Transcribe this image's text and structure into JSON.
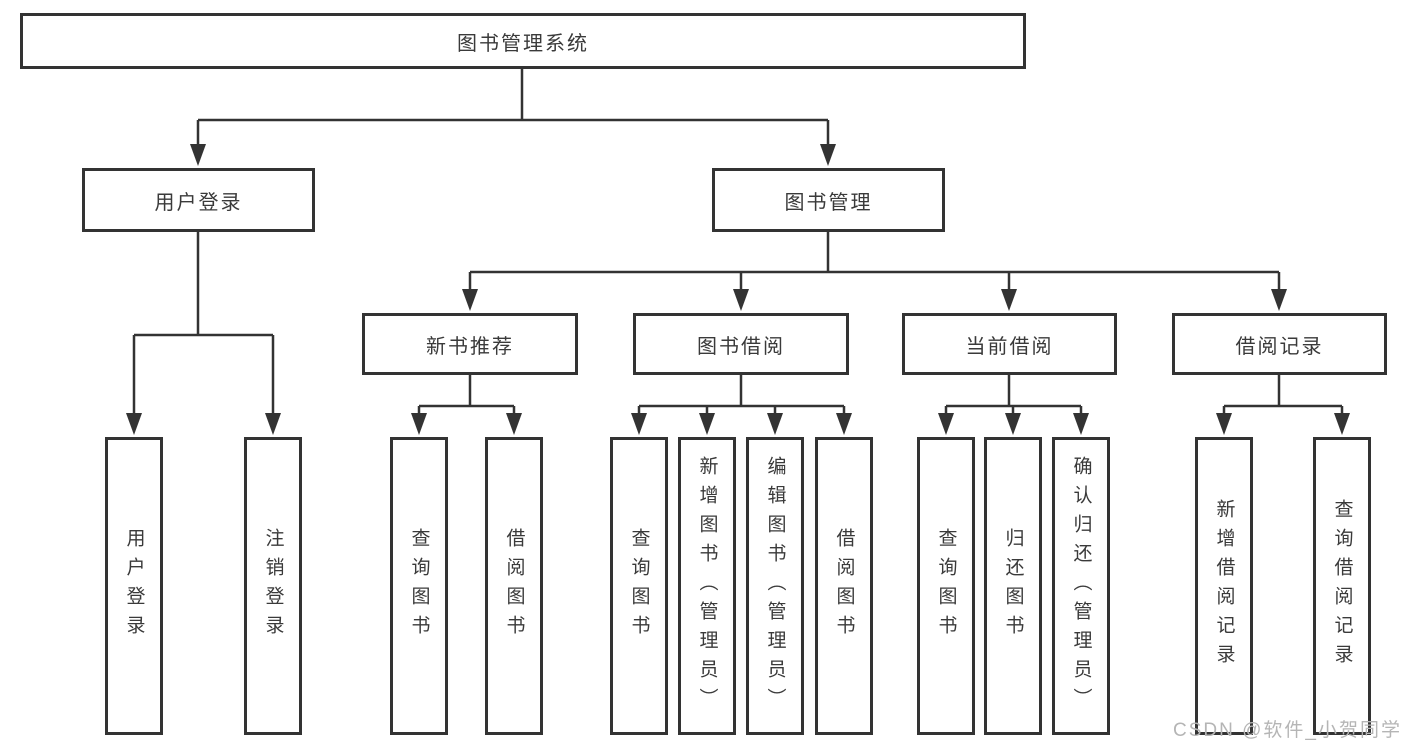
{
  "diagram": {
    "root": {
      "label": "图书管理系统"
    },
    "level2": {
      "user_login": {
        "label": "用户登录"
      },
      "book_management": {
        "label": "图书管理"
      }
    },
    "level3": {
      "new_book": {
        "label": "新书推荐"
      },
      "book_borrow": {
        "label": "图书借阅"
      },
      "current_borrow": {
        "label": "当前借阅"
      },
      "borrow_record": {
        "label": "借阅记录"
      }
    },
    "leaves": {
      "user_login": {
        "label": "用户登录"
      },
      "logout": {
        "label": "注销登录"
      },
      "newbook_query": {
        "label": "查询图书"
      },
      "newbook_borrow": {
        "label": "借阅图书"
      },
      "borrow_query": {
        "label": "查询图书"
      },
      "borrow_add_admin": {
        "label": "新增图书（管理员）"
      },
      "borrow_edit_admin": {
        "label": "编辑图书（管理员）"
      },
      "borrow_borrow": {
        "label": "借阅图书"
      },
      "current_query": {
        "label": "查询图书"
      },
      "current_return": {
        "label": "归还图书"
      },
      "current_confirm_admin": {
        "label": "确认归还（管理员）"
      },
      "record_add": {
        "label": "新增借阅记录"
      },
      "record_query": {
        "label": "查询借阅记录"
      }
    }
  },
  "watermark": {
    "text": "CSDN @软件_小贺同学"
  },
  "colors": {
    "line": "#333333",
    "box_border": "#333333",
    "text": "#3a3a3a",
    "watermark": "#b5b5b5",
    "background": "#ffffff"
  }
}
